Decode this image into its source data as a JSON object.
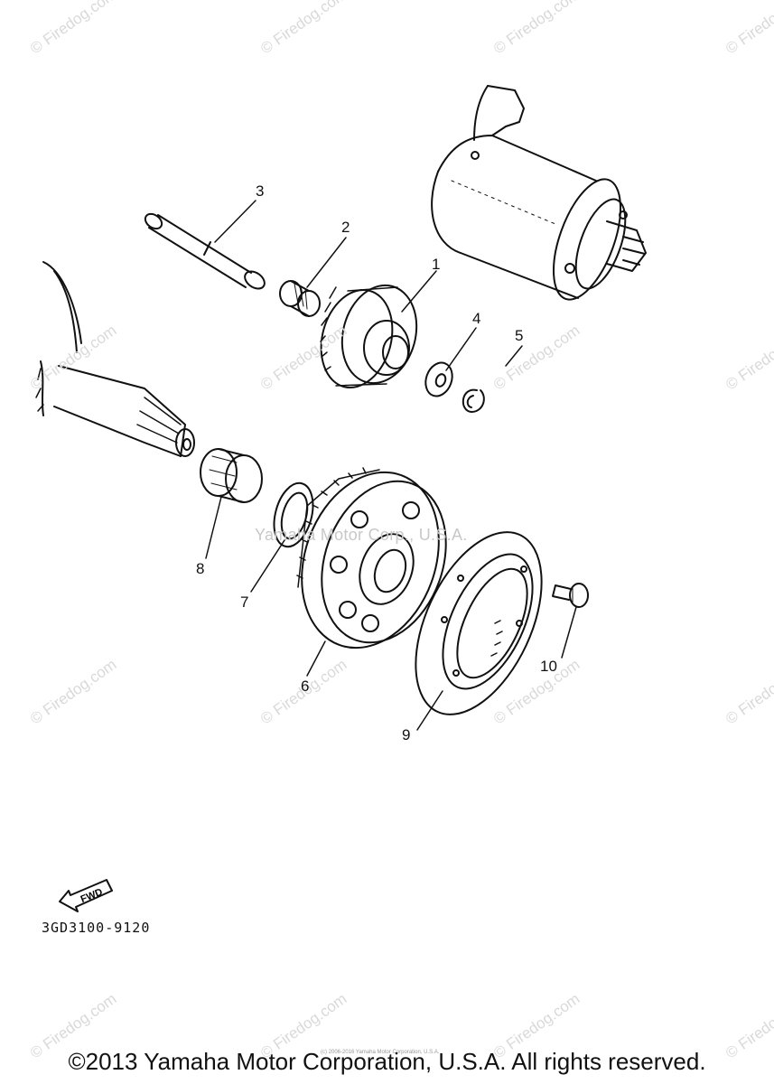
{
  "watermark": "© Firedog.com",
  "center_watermark": "Yamaha Motor Corp., U.S.A.",
  "tiny_copyright": "(c) 2006-2016 Yamaha Motor Corporation, U.S.A.",
  "callouts": [
    "1",
    "2",
    "3",
    "4",
    "5",
    "6",
    "7",
    "8",
    "9",
    "10"
  ],
  "fwd_label": "FWD",
  "part_code": "3GD3100-9120",
  "footer": "©2013 Yamaha Motor Corporation, U.S.A. All rights reserved."
}
